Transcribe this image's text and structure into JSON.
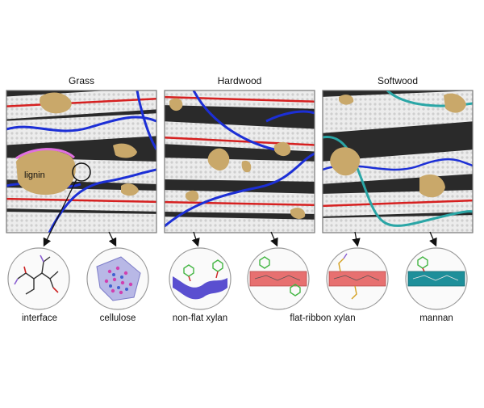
{
  "panels": [
    {
      "title": "Grass",
      "inner_label": "lignin"
    },
    {
      "title": "Hardwood"
    },
    {
      "title": "Softwood"
    }
  ],
  "captions": [
    "interface",
    "cellulose",
    "non-flat xylan",
    "flat-ribbon xylan",
    "mannan"
  ],
  "colors": {
    "fiber": "#e6e6e6",
    "fiber_shadow": "#9a9a9a",
    "xylan_ribbon": "#1c2fd6",
    "mannan_ribbon": "#2aa6a6",
    "red_stripe": "#d62020",
    "lignin": "#c9a86a",
    "flat_xylan_bar": "#e77070",
    "mannan_bar": "#1e8f9a",
    "nonflat_ribbon": "#5a4fd0",
    "side_group": "#44b644"
  },
  "icons": [
    "magnifier-circle",
    "arrow",
    "molecule-stick"
  ]
}
